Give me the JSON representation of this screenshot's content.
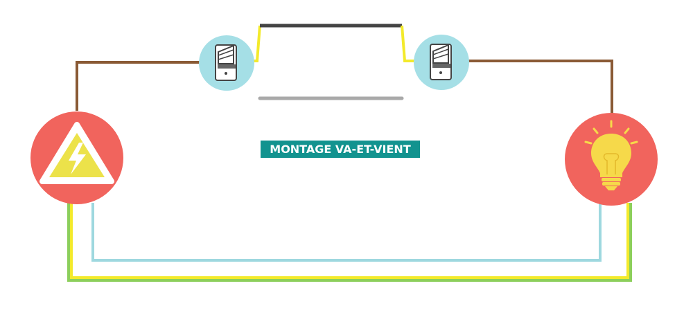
{
  "diagram": {
    "title": "MONTAGE VA-ET-VIENT",
    "colors": {
      "title_background": "#12938f",
      "title_text": "#ffffff",
      "phase_wire": "#8a5a35",
      "traveler_wire_top": "#444444",
      "traveler_wire_bottom": "#a9a9a9",
      "switch_link_wire": "#f3ea2b",
      "neutral_wire": "#9ed8df",
      "earth_wire_yellow": "#f3ea2b",
      "earth_wire_green": "#8ccf5b",
      "source_circle": "#f1645d",
      "lamp_circle": "#f1645d",
      "switch_circle": "#a5dfe6"
    },
    "components": [
      {
        "id": "power-source",
        "icon": "high-voltage-warning-icon"
      },
      {
        "id": "switch-left",
        "icon": "two-way-switch-icon"
      },
      {
        "id": "switch-right",
        "icon": "two-way-switch-icon"
      },
      {
        "id": "lamp",
        "icon": "light-bulb-icon"
      }
    ]
  }
}
